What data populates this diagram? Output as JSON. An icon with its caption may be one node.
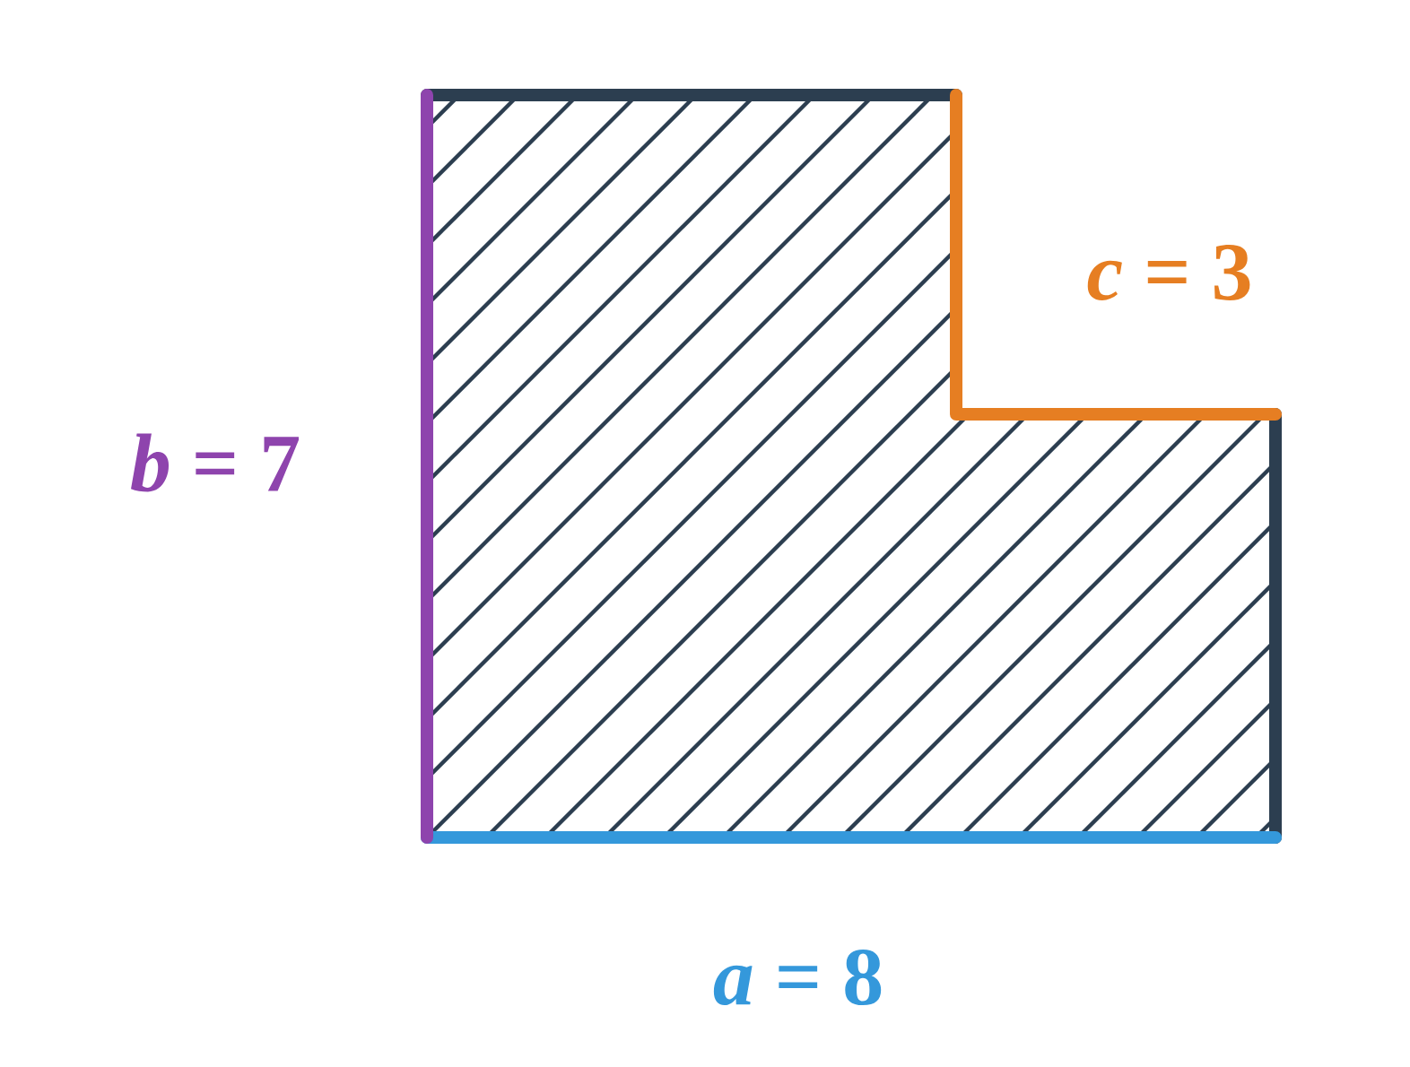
{
  "diagram": {
    "labels": [
      "*c* = 3",
      "*b* = 7",
      "*a* = 8"
    ]
  }
}
